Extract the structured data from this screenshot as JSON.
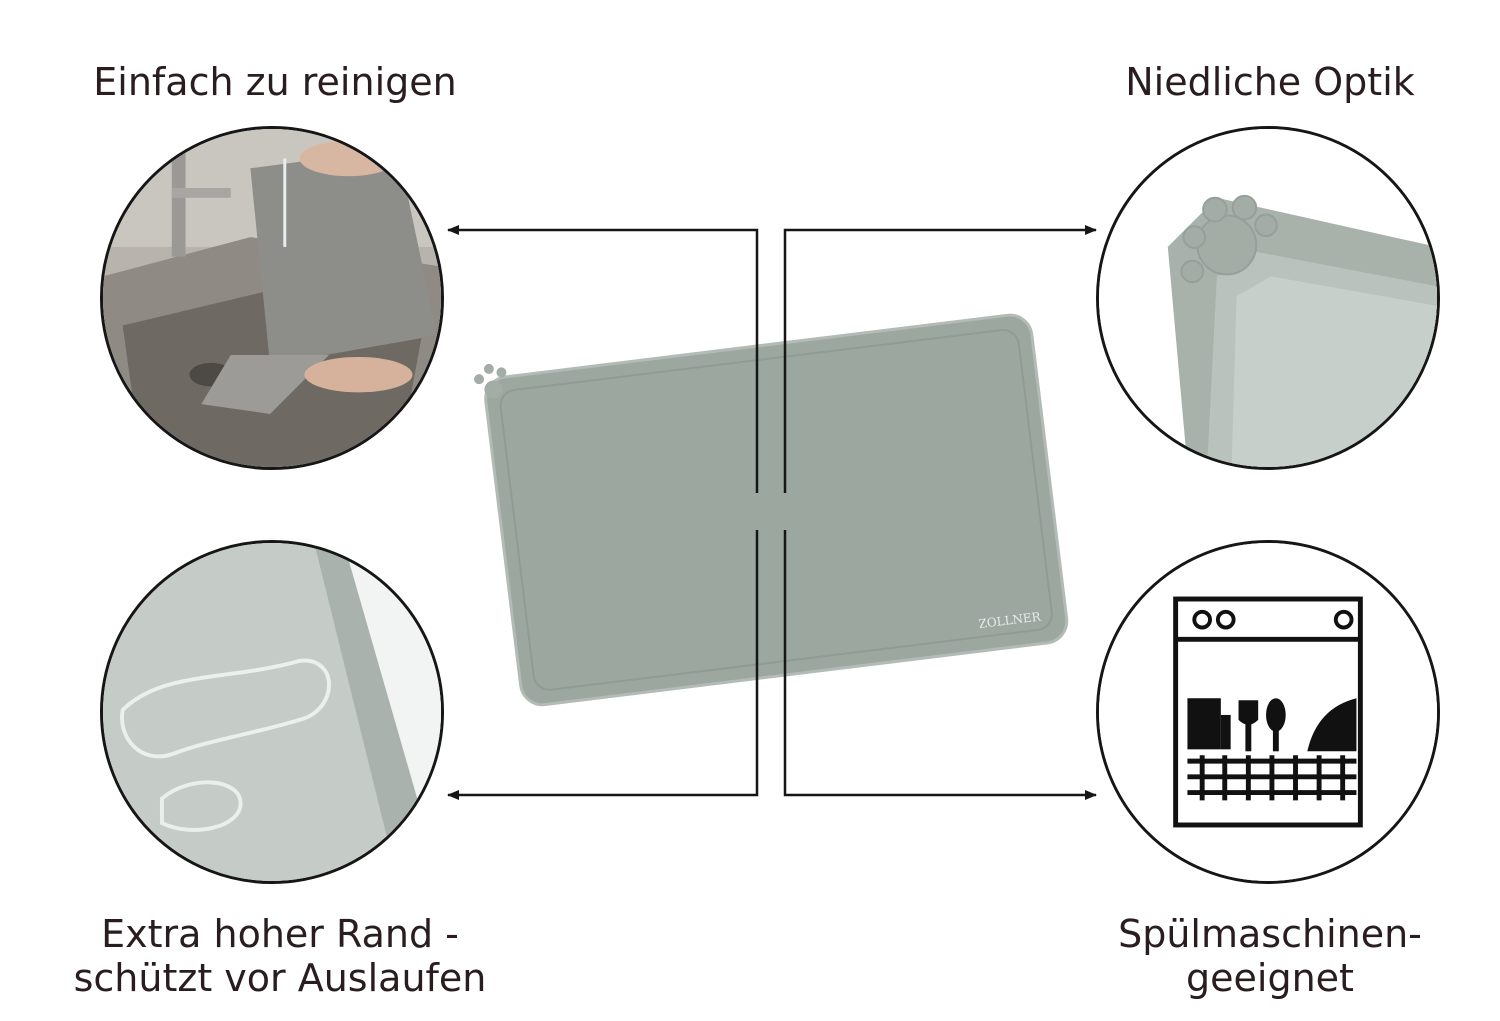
{
  "features": {
    "top_left": "Einfach zu reinigen",
    "top_right": "Niedliche Optik",
    "bottom_left_line1": "Extra hoher Rand -",
    "bottom_left_line2": "schützt vor Auslaufen",
    "bottom_right_line1": "Spülmaschinen-",
    "bottom_right_line2": "geeignet"
  },
  "brand": {
    "logo_text": "ZOLLNER"
  },
  "colors": {
    "mat": "#9ca79f",
    "mat_rim": "#a8b2ab",
    "text": "#2a1d1f",
    "line": "#161616"
  }
}
